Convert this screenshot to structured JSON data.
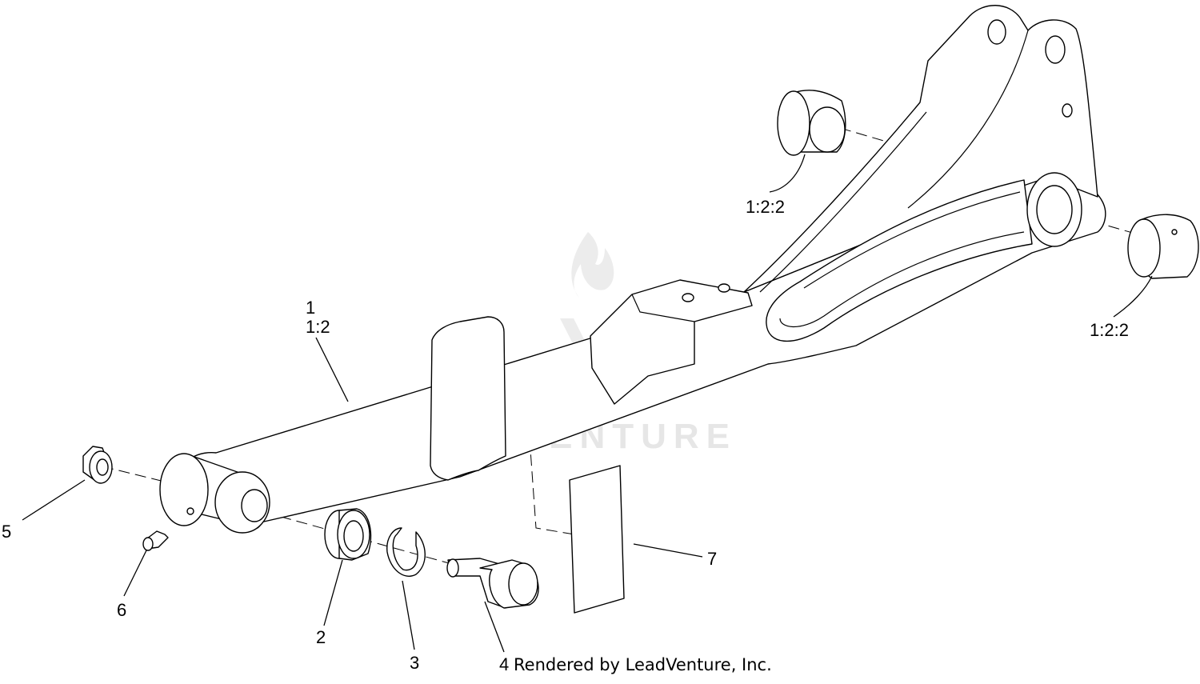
{
  "watermark": {
    "text": "LEADVENTURE",
    "logo_icon": "flame-v-logo-icon",
    "color": "#e6e6e6"
  },
  "credit": "Rendered by LeadVenture, Inc.",
  "callouts": [
    {
      "label": "1"
    },
    {
      "label": "1:2"
    },
    {
      "label": "1:2:2"
    },
    {
      "label": "1:2:2"
    },
    {
      "label": "2"
    },
    {
      "label": "3"
    },
    {
      "label": "4"
    },
    {
      "label": "5"
    },
    {
      "label": "6"
    },
    {
      "label": "7"
    }
  ],
  "colors": {
    "line": "#000000",
    "background": "#ffffff"
  }
}
